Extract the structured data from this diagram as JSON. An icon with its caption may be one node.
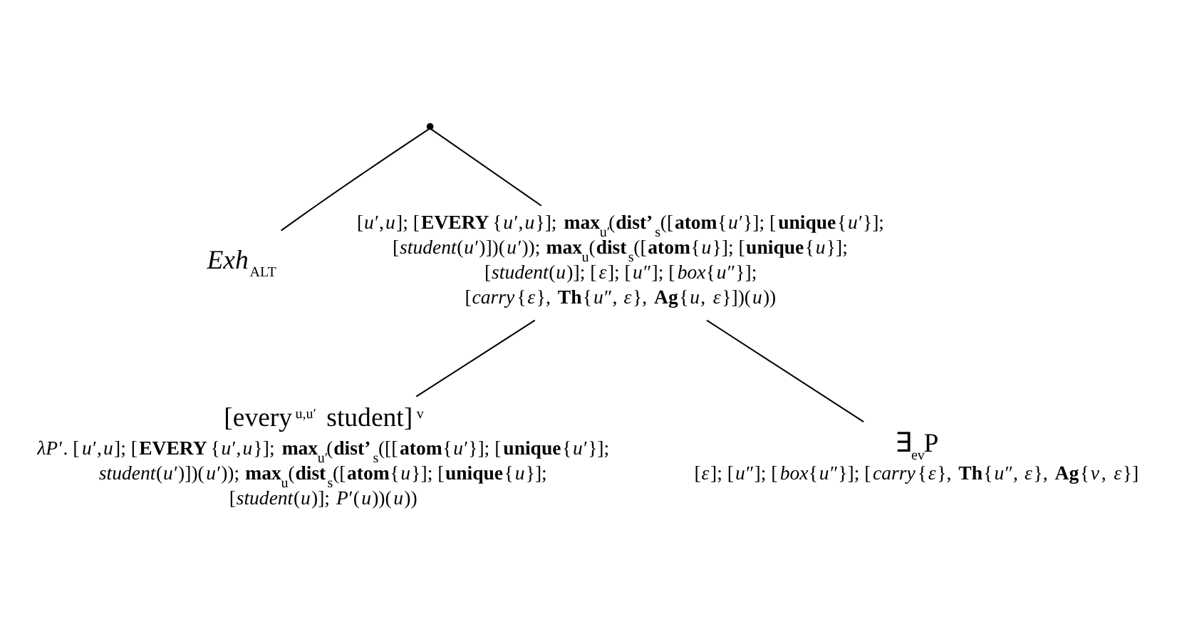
{
  "diagram": {
    "nodes": [
      {
        "text": [],
        "shape": "point"
      },
      {
        "text": [
          "*Exh*$_{ALT}$"
        ]
      },
      {
        "text": [
          "[*u*′,*u*]; [**EVERY**{*u*′,*u*}]; **max**$_{u′}$(**dist’**$_{s}$([**atom**{*u*′}]; [**unique**{*u*′}]; [*student*(*u*′)])(*u*′)); **max**$_{u}$(**dist**$_{s}$([**atom**{*u*}]; [**unique**{*u*}]; [*student*(*u*)]; [*ε*]; [*u*″]; [*box*{*u*″}]; [*carry*{*ε*}, **Th**{*u*″, *ε*}, **Ag**{*u*, *ε*}])(*u*))"
        ]
      },
      {
        "text": [
          "[every$^{u,u′}$ student]$^{v}$",
          "*λP*′. [*u*′,*u*]; [**EVERY**{*u*′,*u*}]; **max**$_{u′}$(**dist’**$_{s}$([[**atom**{*u*′}]; [**unique**{*u*′}]; *student*(*u*′)])(*u*′)); **max**$_{u}$(**dist**$_{s}$([**atom**{*u*}]; [**unique**{*u*}]; [*student*(*u*)]; *P*′(*u*))(*u*))"
        ]
      },
      {
        "text": [
          "∃$_{ev}$P",
          "[*ε*]; [*u*″]; [*box*{*u*″}]; [*carry*{*ε*}, **Th**{*u*″, *ε*}, **Ag**{*v*, *ε*}]"
        ]
      }
    ],
    "edges": [
      {
        "from": 0,
        "to": 1,
        "arrow": "none"
      },
      {
        "from": 0,
        "to": 2,
        "arrow": "none"
      },
      {
        "from": 2,
        "to": 3,
        "arrow": "none"
      },
      {
        "from": 2,
        "to": 4,
        "arrow": "none"
      }
    ]
  }
}
